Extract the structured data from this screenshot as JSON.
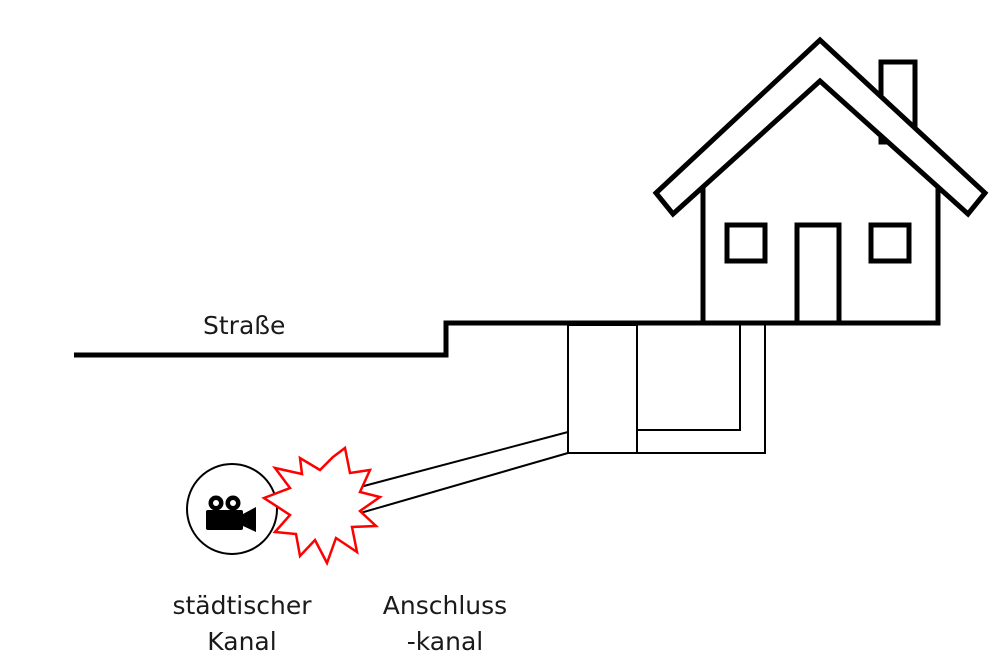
{
  "labels": {
    "road": "Straße",
    "city_sewer_line1": "städtischer",
    "city_sewer_line2": "Kanal",
    "connection_line1": "Anschluss",
    "connection_line2": "-kanal"
  },
  "colors": {
    "stroke": "#000000",
    "damage": "#ff0000",
    "background": "#ffffff"
  },
  "icons": {
    "camera": "video-camera-icon",
    "damage": "damage-burst-icon"
  }
}
